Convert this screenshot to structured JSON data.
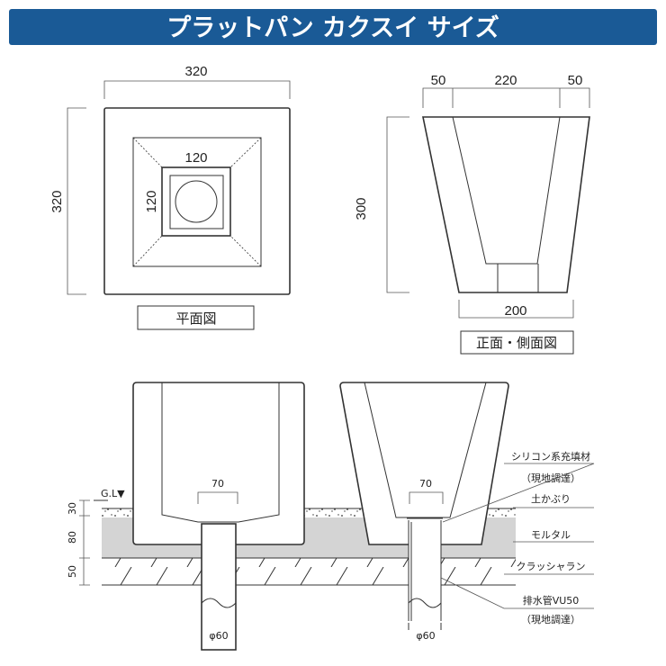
{
  "title": "プラットパン カクスイ サイズ",
  "colors": {
    "title_bg": "#1a5a96",
    "title_text": "#ffffff",
    "mortar": "#d4d4d4"
  },
  "plan": {
    "label": "平面図",
    "width": "320",
    "depth": "320",
    "inner_width": "120",
    "inner_depth": "120"
  },
  "front": {
    "label": "正面・側面図",
    "top_left": "50",
    "top_middle": "220",
    "top_right": "50",
    "height": "300",
    "bottom": "200"
  },
  "section": {
    "gl": "G.L▼",
    "depths": [
      "30",
      "80",
      "50"
    ],
    "left_opening": "70",
    "right_opening": "70",
    "left_pipe": "φ60",
    "right_pipe": "φ60",
    "callouts": {
      "sealant": "シリコン系充填材",
      "sealant_note": "（現地調達）",
      "soil": "土かぶり",
      "mortar": "モルタル",
      "crusher_run": "クラッシャラン",
      "drain_pipe": "排水管VU50",
      "drain_pipe_note": "（現地調達）"
    }
  }
}
